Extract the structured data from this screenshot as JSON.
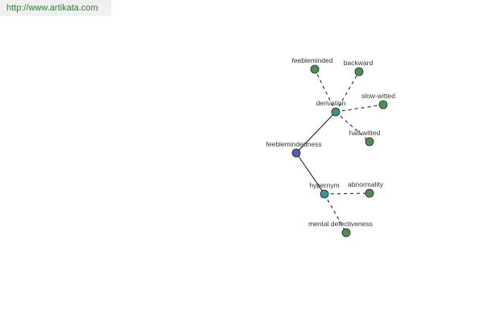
{
  "header": {
    "url": "http://www.artikata.com"
  },
  "graph": {
    "colors": {
      "root": "#5660a8",
      "relation": "#3f8f94",
      "leaf": "#4f8f4f",
      "stroke": "#222222",
      "edge": "#111111"
    },
    "nodes": [
      {
        "id": "feeblemindedness",
        "label": "feeblemindedness",
        "kind": "root"
      },
      {
        "id": "derivation",
        "label": "derivation",
        "kind": "relation"
      },
      {
        "id": "hypernym",
        "label": "hypernym",
        "kind": "relation"
      },
      {
        "id": "feebleminded",
        "label": "feebleminded",
        "kind": "leaf"
      },
      {
        "id": "backward",
        "label": "backward",
        "kind": "leaf"
      },
      {
        "id": "slow-witted",
        "label": "slow-witted",
        "kind": "leaf"
      },
      {
        "id": "half-witted",
        "label": "half-witted",
        "kind": "leaf"
      },
      {
        "id": "abnormality",
        "label": "abnormality",
        "kind": "leaf"
      },
      {
        "id": "mental-defectiveness",
        "label": "mental defectiveness",
        "kind": "leaf"
      }
    ],
    "edges": [
      {
        "from": "feeblemindedness",
        "to": "derivation",
        "style": "solid"
      },
      {
        "from": "feeblemindedness",
        "to": "hypernym",
        "style": "solid"
      },
      {
        "from": "derivation",
        "to": "feebleminded",
        "style": "dashed"
      },
      {
        "from": "derivation",
        "to": "backward",
        "style": "dashed"
      },
      {
        "from": "derivation",
        "to": "slow-witted",
        "style": "dashed"
      },
      {
        "from": "derivation",
        "to": "half-witted",
        "style": "dashed"
      },
      {
        "from": "hypernym",
        "to": "abnormality",
        "style": "dashed"
      },
      {
        "from": "hypernym",
        "to": "mental-defectiveness",
        "style": "dashed"
      }
    ]
  }
}
